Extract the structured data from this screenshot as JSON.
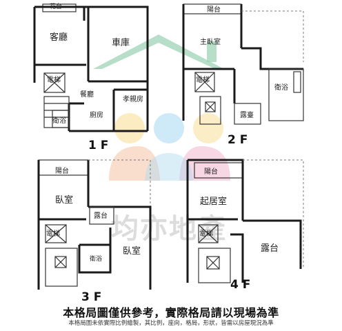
{
  "floors": {
    "f1": {
      "label": "1 F",
      "rooms": {
        "balcony": "花台",
        "living": "客廳",
        "garage": "車庫",
        "elevator": "電梯",
        "dining": "餐廳",
        "elder_room": "孝親房",
        "kitchen": "廚房",
        "bath": "衛浴"
      }
    },
    "f2": {
      "label": "2 F",
      "rooms": {
        "balcony": "陽台",
        "master": "主臥室",
        "elevator": "電梯",
        "bath": "衛浴",
        "terrace": "露臺"
      }
    },
    "f3": {
      "label": "3 F",
      "rooms": {
        "balcony": "陽台",
        "bedroom1": "臥室",
        "terrace": "露台",
        "elevator": "電梯",
        "bath": "衛浴",
        "bedroom2": "臥室"
      }
    },
    "f4": {
      "label": "4 F",
      "rooms": {
        "balcony": "陽台",
        "family": "起居室",
        "elevator": "電梯",
        "terrace": "露台"
      }
    }
  },
  "watermark": {
    "text": "均亦地產",
    "colors": {
      "green": "#86c9a4",
      "blue": "#9fd3ee",
      "orange": "#f3b28a",
      "pink": "#f1a9c4",
      "yellow": "#f6d57a"
    }
  },
  "disclaimer": {
    "main": "本格局圖僅供參考，實際格局請以現場為準",
    "sub": "本格局圖未依實際比例繪製，其比例，座向，格局，形狀，皆需以房屋現況為準"
  }
}
